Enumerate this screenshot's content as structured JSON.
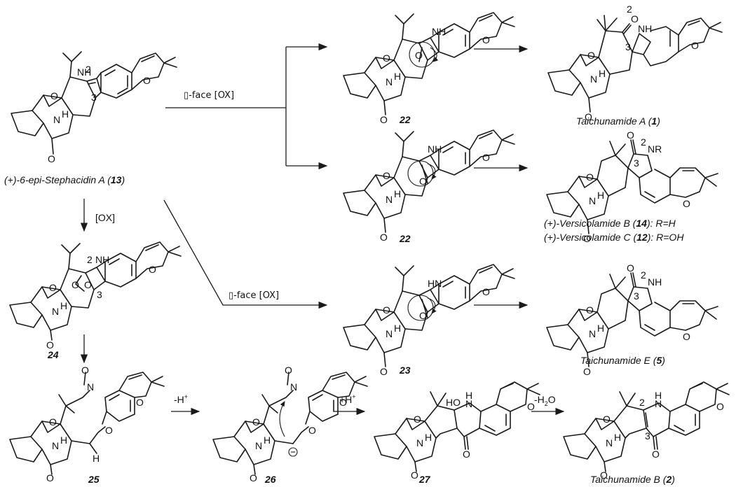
{
  "reagents": {
    "alpha_face": "▯-face [OX]",
    "beta_face": "▯-face [OX]",
    "ox": "[OX]",
    "minus_h": "-H",
    "plus_h": "+H",
    "plus_sup": "+",
    "minus_h2o": "-H",
    "h2o_sub": "2",
    "h2o_o": "O"
  },
  "compounds": {
    "c13": {
      "prefix": "(+)-6-epi-Stephacidin A (",
      "num": "13",
      "suffix": ")"
    },
    "c22a": {
      "num": "22"
    },
    "c22b": {
      "num": "22"
    },
    "c23": {
      "num": "23"
    },
    "c24": {
      "num": "24"
    },
    "c25": {
      "num": "25"
    },
    "c26": {
      "num": "26"
    },
    "c27": {
      "num": "27"
    },
    "tA": {
      "prefix": "Taichunamide A (",
      "num": "1",
      "suffix": ")"
    },
    "v14": {
      "prefix": "(+)-Versicolamide B (",
      "num": "14",
      "suffix": "): R=H"
    },
    "v12": {
      "prefix": "(+)-Versicolamide C (",
      "num": "12",
      "suffix": "): R=OH"
    },
    "tE": {
      "prefix": "Taichunamide E (",
      "num": "5",
      "suffix": ")"
    },
    "tB": {
      "prefix": "Taichunamide B (",
      "num": "2",
      "suffix": ")"
    }
  },
  "atoms": {
    "N": "N",
    "NH": "NH",
    "HN": "HN",
    "H": "H",
    "O": "O",
    "NR": "NR",
    "HO": "HO",
    "pos2": "2",
    "pos3": "3"
  }
}
